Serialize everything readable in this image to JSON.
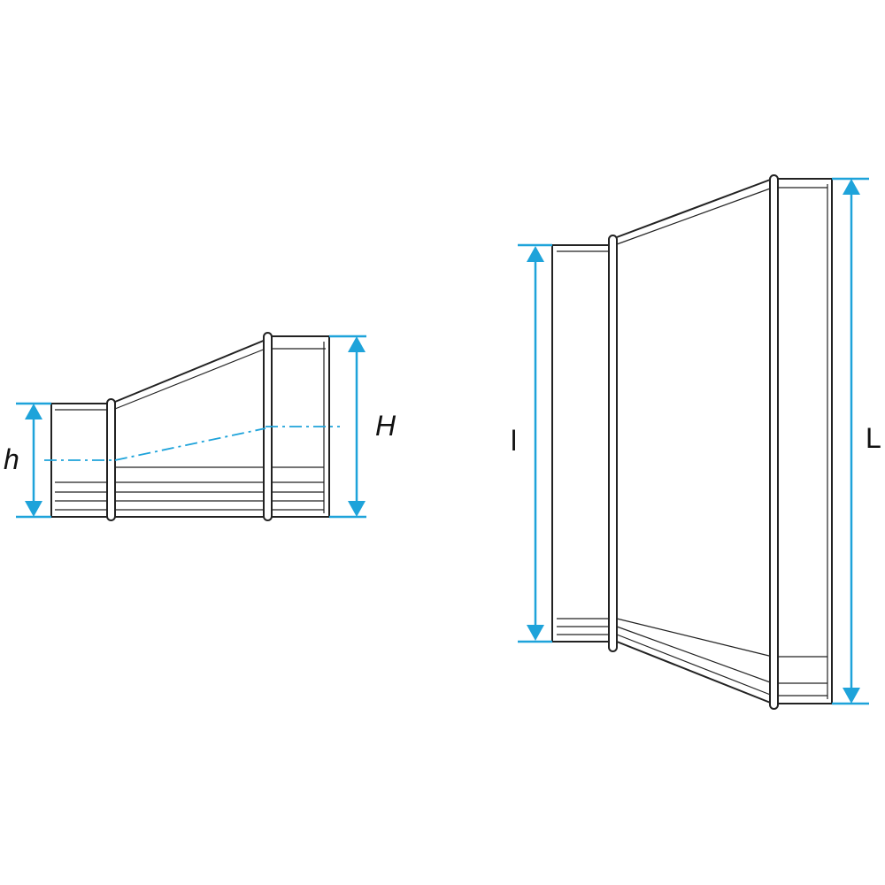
{
  "colors": {
    "dimension": "#1ea3da",
    "outline": "#222222"
  },
  "side_view": {
    "small_label": "h",
    "large_label": "H"
  },
  "front_view": {
    "small_label": "l",
    "large_label": "L"
  }
}
